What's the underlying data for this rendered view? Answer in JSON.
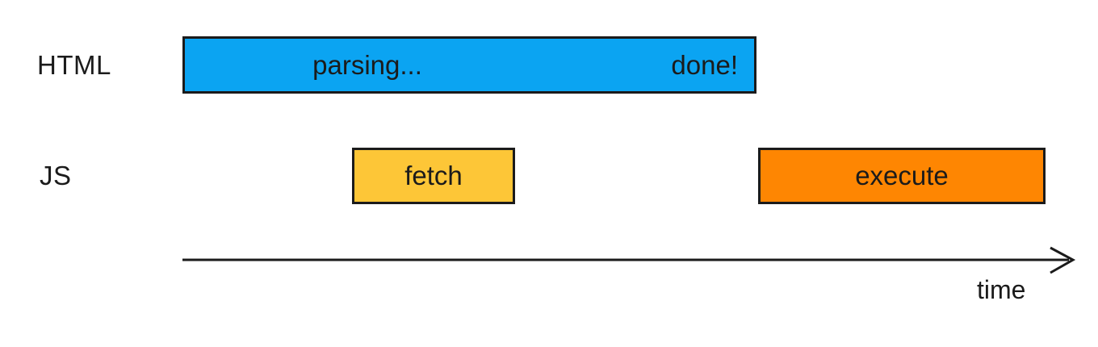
{
  "diagram": {
    "background": "#ffffff",
    "ink": "#1b1b1b",
    "rows": [
      {
        "label": "HTML",
        "bars": [
          {
            "name": "parsing-bar",
            "color": "#0ba4f2",
            "text_primary": "parsing...",
            "text_secondary": "done!"
          }
        ]
      },
      {
        "label": "JS",
        "bars": [
          {
            "name": "fetch-bar",
            "color": "#fdc637",
            "text_primary": "fetch"
          },
          {
            "name": "execute-bar",
            "color": "#fe8602",
            "text_primary": "execute"
          }
        ]
      }
    ],
    "axis": {
      "label": "time"
    }
  }
}
